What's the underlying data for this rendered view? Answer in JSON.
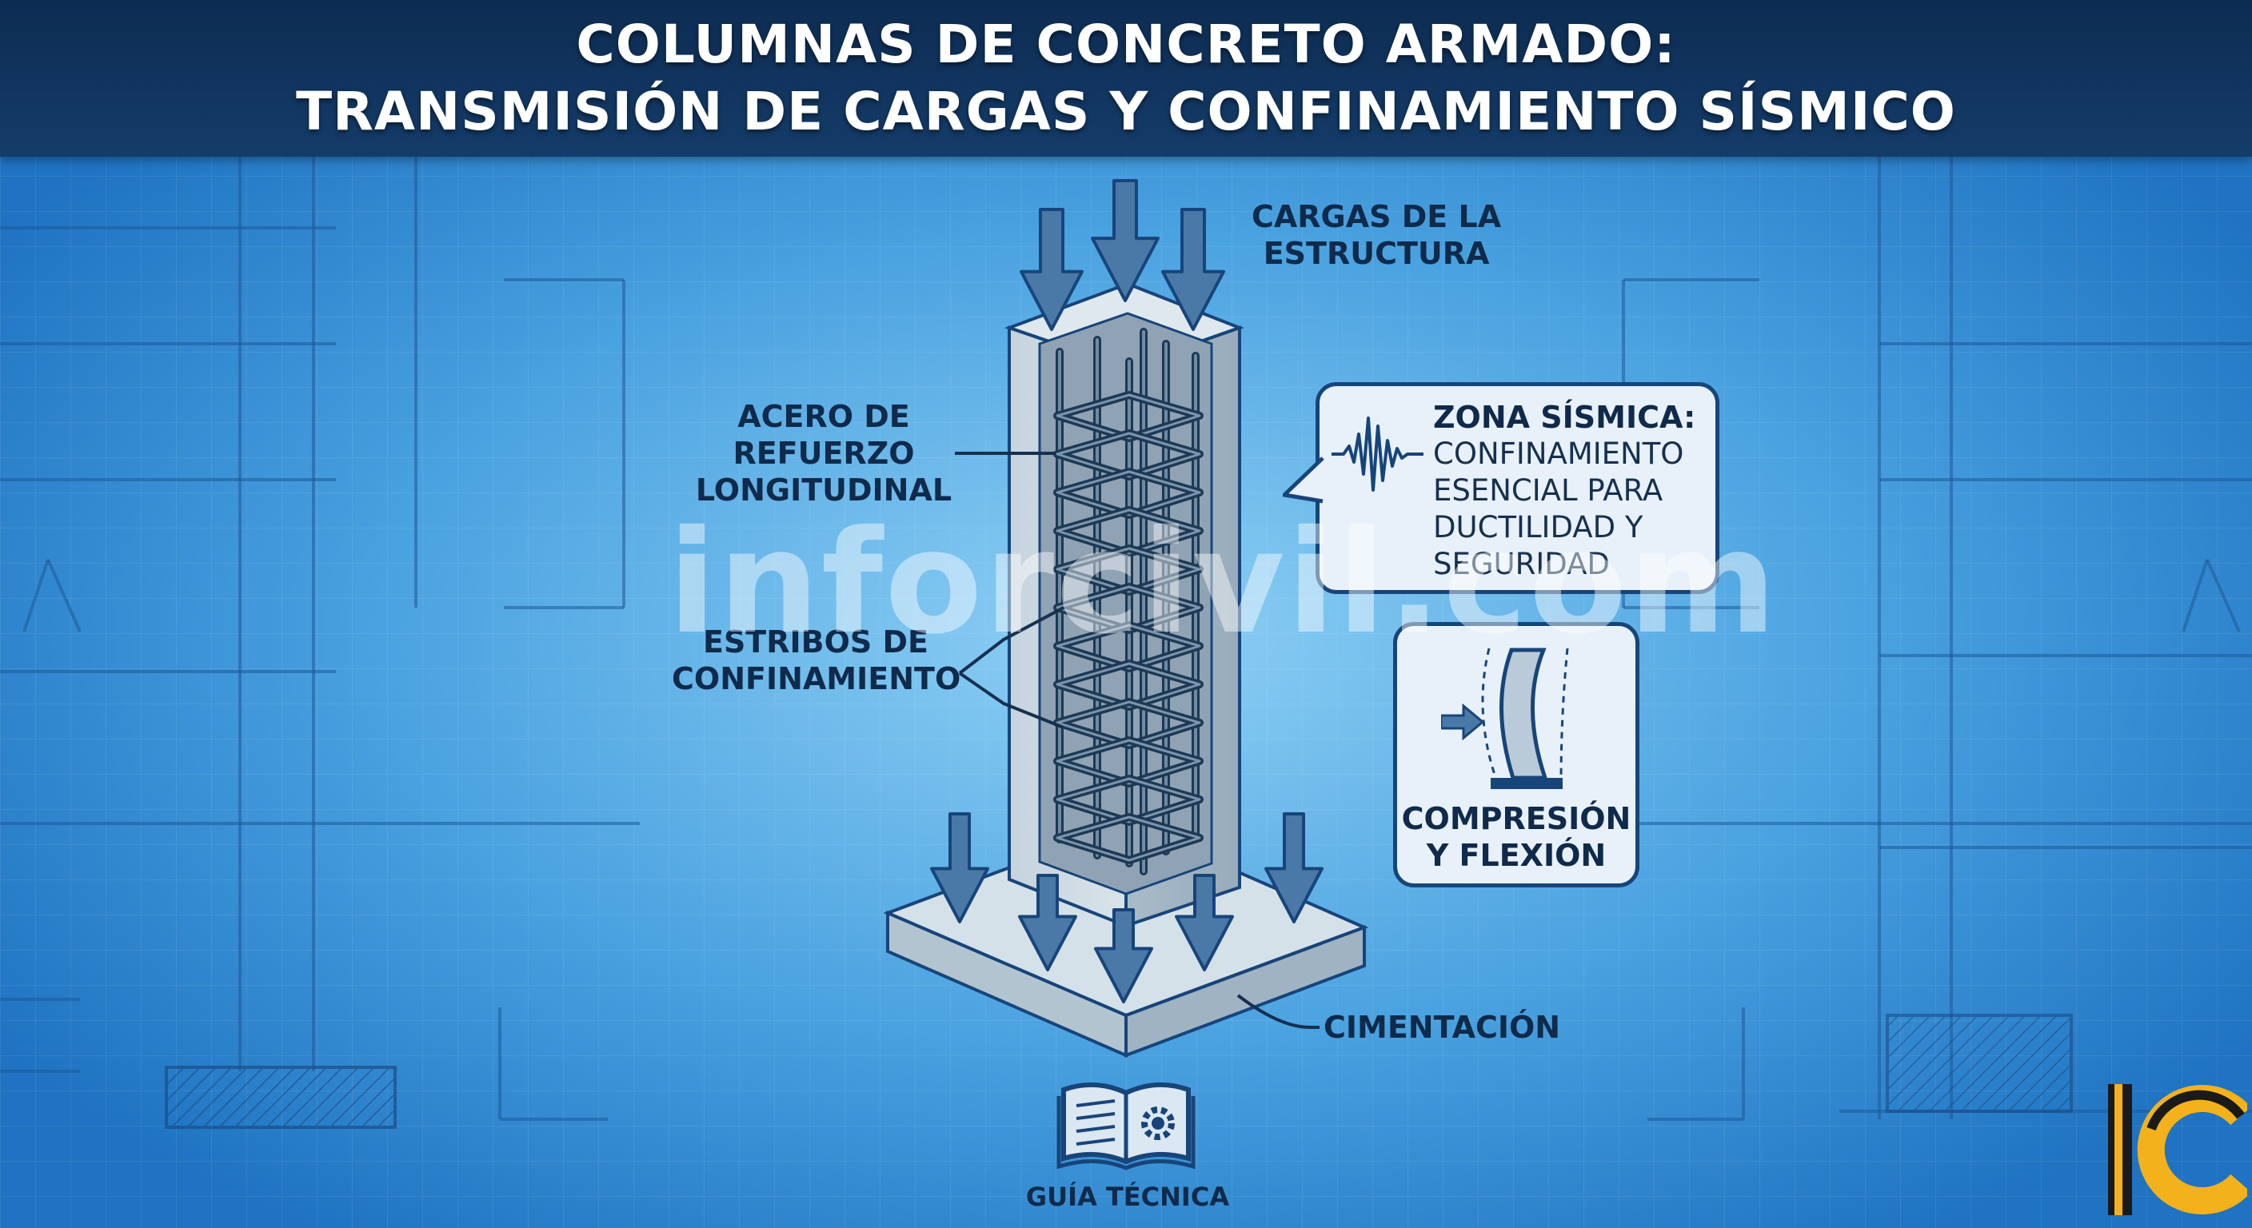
{
  "header": {
    "title_line1": "COLUMNAS DE CONCRETO ARMADO:",
    "title_line2": "TRANSMISIÓN DE CARGAS Y CONFINAMIENTO SÍSMICO"
  },
  "labels": {
    "loads": [
      "CARGAS DE LA",
      "ESTRUCTURA"
    ],
    "longitudinal_steel": [
      "ACERO DE",
      "REFUERZO",
      "LONGITUDINAL"
    ],
    "stirrups": [
      "ESTRIBOS DE",
      "CONFINAMIENTO"
    ],
    "foundation": "CIMENTACIÓN"
  },
  "seismic_callout": {
    "title": "ZONA SÍSMICA:",
    "body": [
      "CONFINAMIENTO",
      "ESENCIAL PARA",
      "DUCTILIDAD Y",
      "SEGURIDAD"
    ]
  },
  "compression_callout": {
    "text": [
      "COMPRESIÓN",
      "Y FLEXIÓN"
    ]
  },
  "watermark": "inforcivil.com",
  "footer": {
    "guide_label": "GUÍA TÉCNICA"
  },
  "icons": {
    "seismic": "seismic-wave-icon",
    "guide": "book-gear-icon",
    "logo": "ic-logo-icon"
  },
  "colors": {
    "header_bg": "#0d2c52",
    "background": "#2f86cf",
    "line": "#17457a",
    "arrow": "#4a79a8",
    "logo_yellow": "#f3b21b",
    "logo_black": "#1a1a1a"
  }
}
